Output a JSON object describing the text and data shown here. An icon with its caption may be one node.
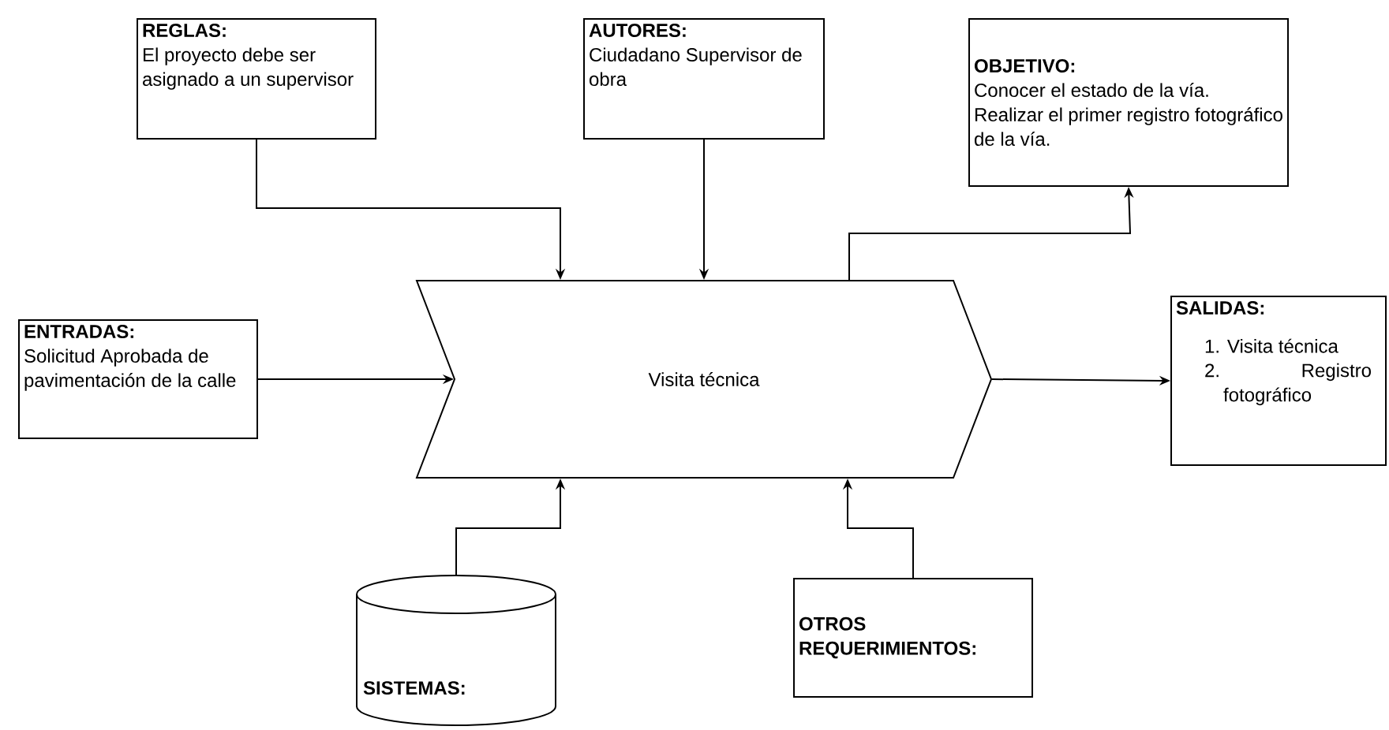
{
  "diagram": {
    "nodes": [
      {
        "text": [
          "REGLAS:",
          "El proyecto debe ser asignado a un supervisor"
        ]
      },
      {
        "text": [
          "AUTORES:",
          "Ciudadano Supervisor de obra"
        ]
      },
      {
        "text": [
          "OBJETIVO:",
          "Conocer el estado de la vía. Realizar el primer registro fotográfico de la vía."
        ]
      },
      {
        "text": [
          "ENTRADAS:",
          "Solicitud Aprobada de pavimentación de la calle"
        ]
      },
      {
        "text": [
          "Visita técnica"
        ]
      },
      {
        "text": [
          "SALIDAS:",
          "1. Visita técnica",
          "2. Registro fotográfico"
        ]
      },
      {
        "text": [
          "SISTEMAS:"
        ]
      },
      {
        "text": [
          "OTROS REQUERIMIENTOS:"
        ]
      }
    ],
    "edges": [
      {
        "from": 0,
        "to": 4,
        "arrow": "to"
      },
      {
        "from": 1,
        "to": 4,
        "arrow": "to"
      },
      {
        "from": 4,
        "to": 2,
        "arrow": "to"
      },
      {
        "from": 3,
        "to": 4,
        "arrow": "to"
      },
      {
        "from": 4,
        "to": 5,
        "arrow": "to"
      },
      {
        "from": 6,
        "to": 4,
        "arrow": "to"
      },
      {
        "from": 7,
        "to": 4,
        "arrow": "to"
      }
    ]
  }
}
